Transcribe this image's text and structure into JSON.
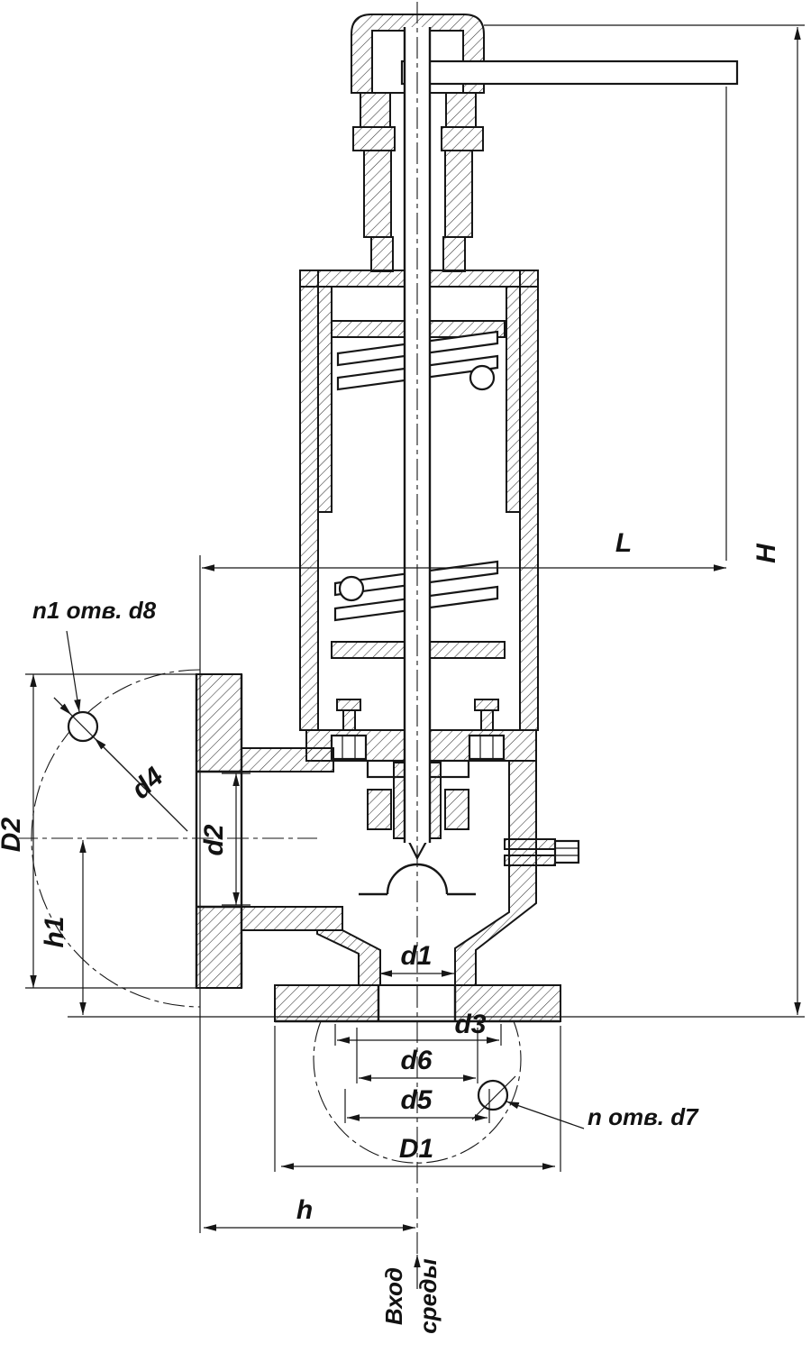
{
  "labels": {
    "H": "H",
    "L": "L",
    "D2": "D2",
    "h1": "h1",
    "d2": "d2",
    "d4": "d4",
    "d1": "d1",
    "d3": "d3",
    "d6": "d6",
    "d5": "d5",
    "D1": "D1",
    "h": "h",
    "n1_d8": "n1 отв. d8",
    "n_d7": "n отв. d7",
    "flow_line1": "Вход",
    "flow_line2": "среды"
  },
  "colors": {
    "line": "#161616",
    "background": "#ffffff"
  }
}
